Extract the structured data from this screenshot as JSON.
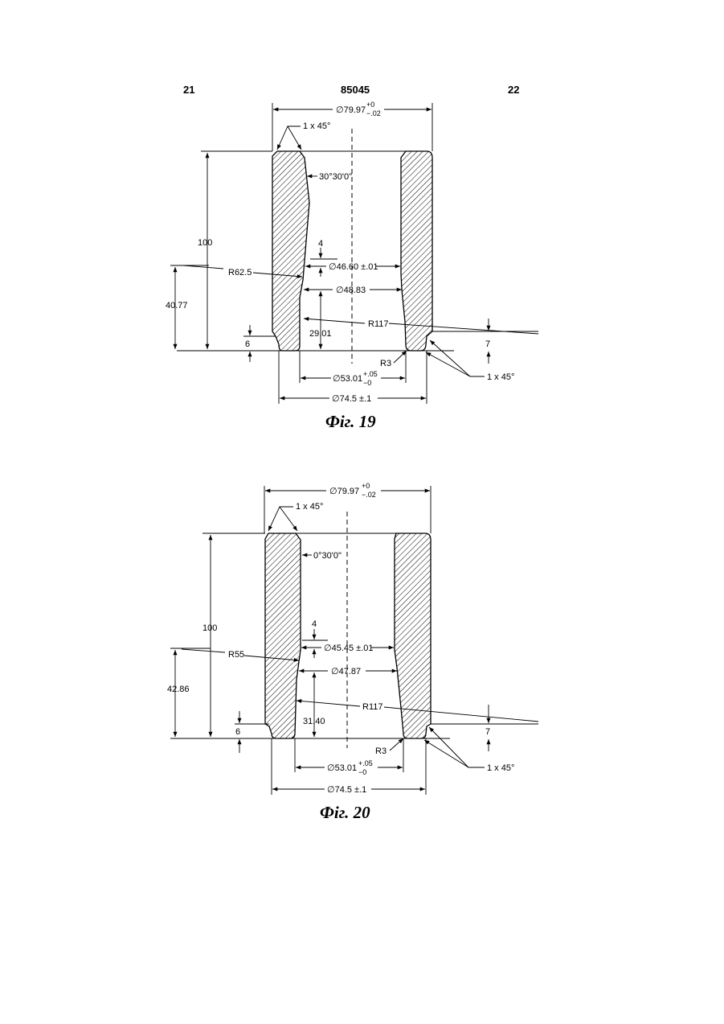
{
  "header": {
    "left_page": "21",
    "doc_number": "85045",
    "right_page": "22"
  },
  "fig19": {
    "caption": "Фіг. 19",
    "dim_od_top": "79.97",
    "tol_top_plus": "+0",
    "tol_top_minus": "−.02",
    "chamfer_top": "1 x 45°",
    "taper_angle": "30°30'0\"",
    "height": "100",
    "step_4": "4",
    "dim_d1": "46.60 ±.01",
    "radius_large": "R62.5",
    "dim_d2": "48.83",
    "height_low": "40.77",
    "radius_r117": "R117",
    "dim_29": "29.01",
    "step_6": "6",
    "step_7": "7",
    "radius_r3": "R3",
    "chamfer_bottom": "1 x 45°",
    "dim_bore": "53.01",
    "tol_bore_plus": "+.05",
    "tol_bore_minus": "−0",
    "dim_od_bottom": "74.5 ±.1",
    "diameter_symbol": "∅"
  },
  "fig20": {
    "caption": "Фіг. 20",
    "dim_od_top": "79.97",
    "tol_top_plus": "+0",
    "tol_top_minus": "−.02",
    "chamfer_top": "1 x 45°",
    "taper_angle": "0°30'0\"",
    "height": "100",
    "step_4": "4",
    "dim_d1": "45.45 ±.01",
    "radius_large": "R55",
    "dim_d2": "47.87",
    "height_low": "42.86",
    "radius_r117": "R117",
    "dim_31": "31.40",
    "step_6": "6",
    "step_7": "7",
    "radius_r3": "R3",
    "chamfer_bottom": "1 x 45°",
    "dim_bore": "53.01",
    "tol_bore_plus": "+.05",
    "tol_bore_minus": "−0",
    "dim_od_bottom": "74.5 ±.1",
    "diameter_symbol": "∅"
  }
}
